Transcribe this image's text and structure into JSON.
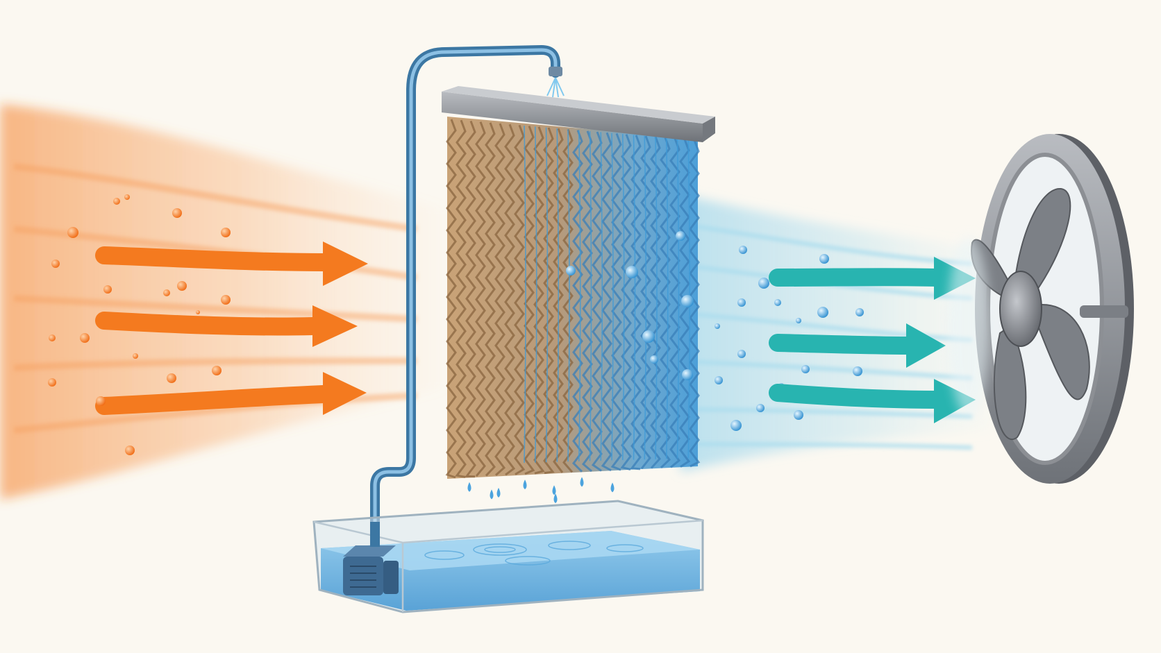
{
  "colors": {
    "background": "#fbf8f1",
    "hot_air": "#f47a1f",
    "hot_air_light": "#fbc79a",
    "cool_air": "#28b4b0",
    "cool_air_light": "#a9dcee",
    "water": "#5fb0e0",
    "water_dark": "#2f7fbf",
    "pad": "#c9a377",
    "pad_dark": "#9c7448",
    "metal": "#8c8f94",
    "metal_dark": "#56595e",
    "pump": "#3e6a92"
  },
  "components": [
    {
      "id": "hot-air-flow",
      "icon": "arrow-right-icon",
      "arrow_count": 3
    },
    {
      "id": "evaporative-pad",
      "icon": "honeycomb-pad-icon"
    },
    {
      "id": "distribution-pipe",
      "icon": "pipe-icon"
    },
    {
      "id": "water-reservoir",
      "icon": "water-tray-icon"
    },
    {
      "id": "submersible-pump",
      "icon": "pump-icon"
    },
    {
      "id": "cool-air-flow",
      "icon": "arrow-right-icon",
      "arrow_count": 3
    },
    {
      "id": "exhaust-fan",
      "icon": "fan-icon",
      "blade_count": 4
    }
  ]
}
